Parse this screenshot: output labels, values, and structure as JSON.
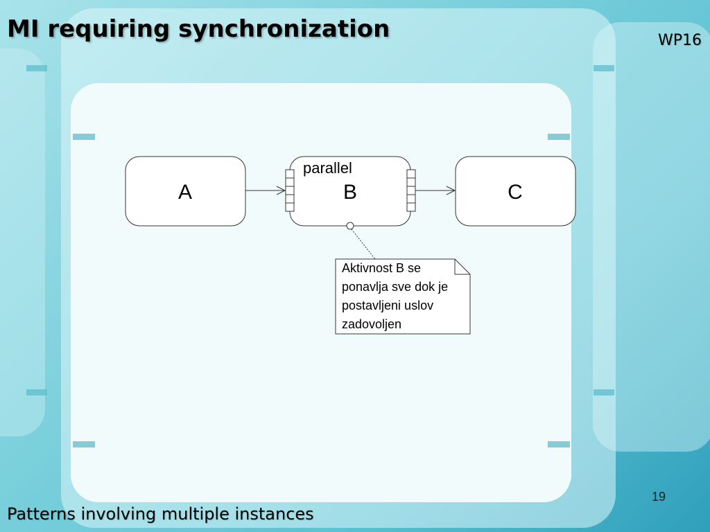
{
  "slide": {
    "title": "MI requiring synchronization",
    "tag": "WP16",
    "page_number": "19",
    "footer": "Patterns involving multiple instances"
  },
  "diagram": {
    "activity_a": "A",
    "activity_b": "B",
    "activity_b_stereotype": "parallel",
    "activity_c": "C",
    "note_lines": [
      "Aktivnost B se",
      "ponavlja sve dok je",
      "postavljeni uslov",
      "zadovoljen"
    ]
  }
}
